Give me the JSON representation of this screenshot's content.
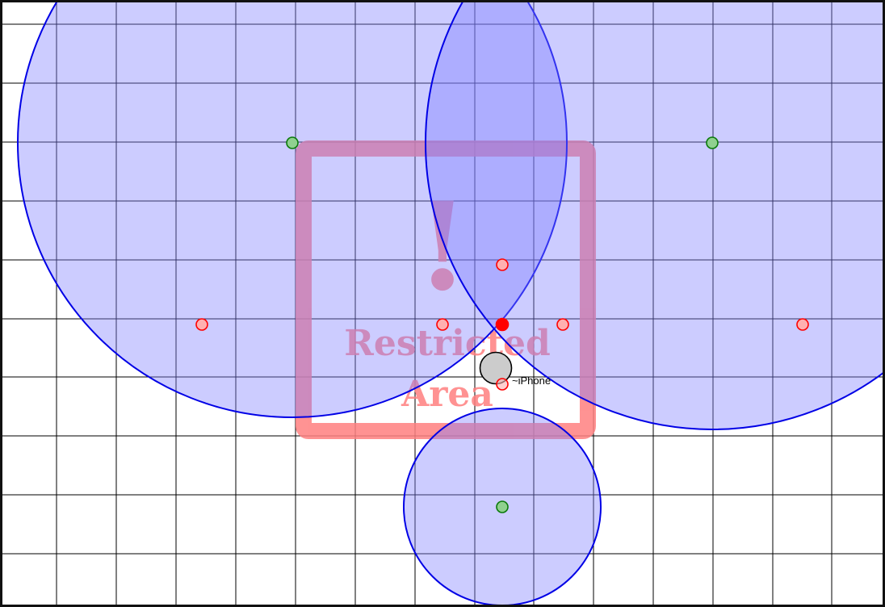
{
  "colors": {
    "grid_line": "#000000",
    "frame": "#111111",
    "range_fill": "#8080ff",
    "range_stroke": "#0000e6",
    "anchor_stroke": "#0a7a0a",
    "anchor_fill": "#8fd08f",
    "point_stroke": "#ff0000",
    "point_fill": "#ffb0b0",
    "point_active_fill": "#ff0000",
    "sign_color": "#ff8080",
    "device_fill": "#cccccc",
    "device_stroke": "#000000"
  },
  "sign": {
    "icon": "warning-exclamation-icon",
    "symbol": "!",
    "line1": "Restricted",
    "line2": "Area"
  },
  "device": {
    "label": "~iPhone",
    "icon": "phone-marker-icon"
  }
}
